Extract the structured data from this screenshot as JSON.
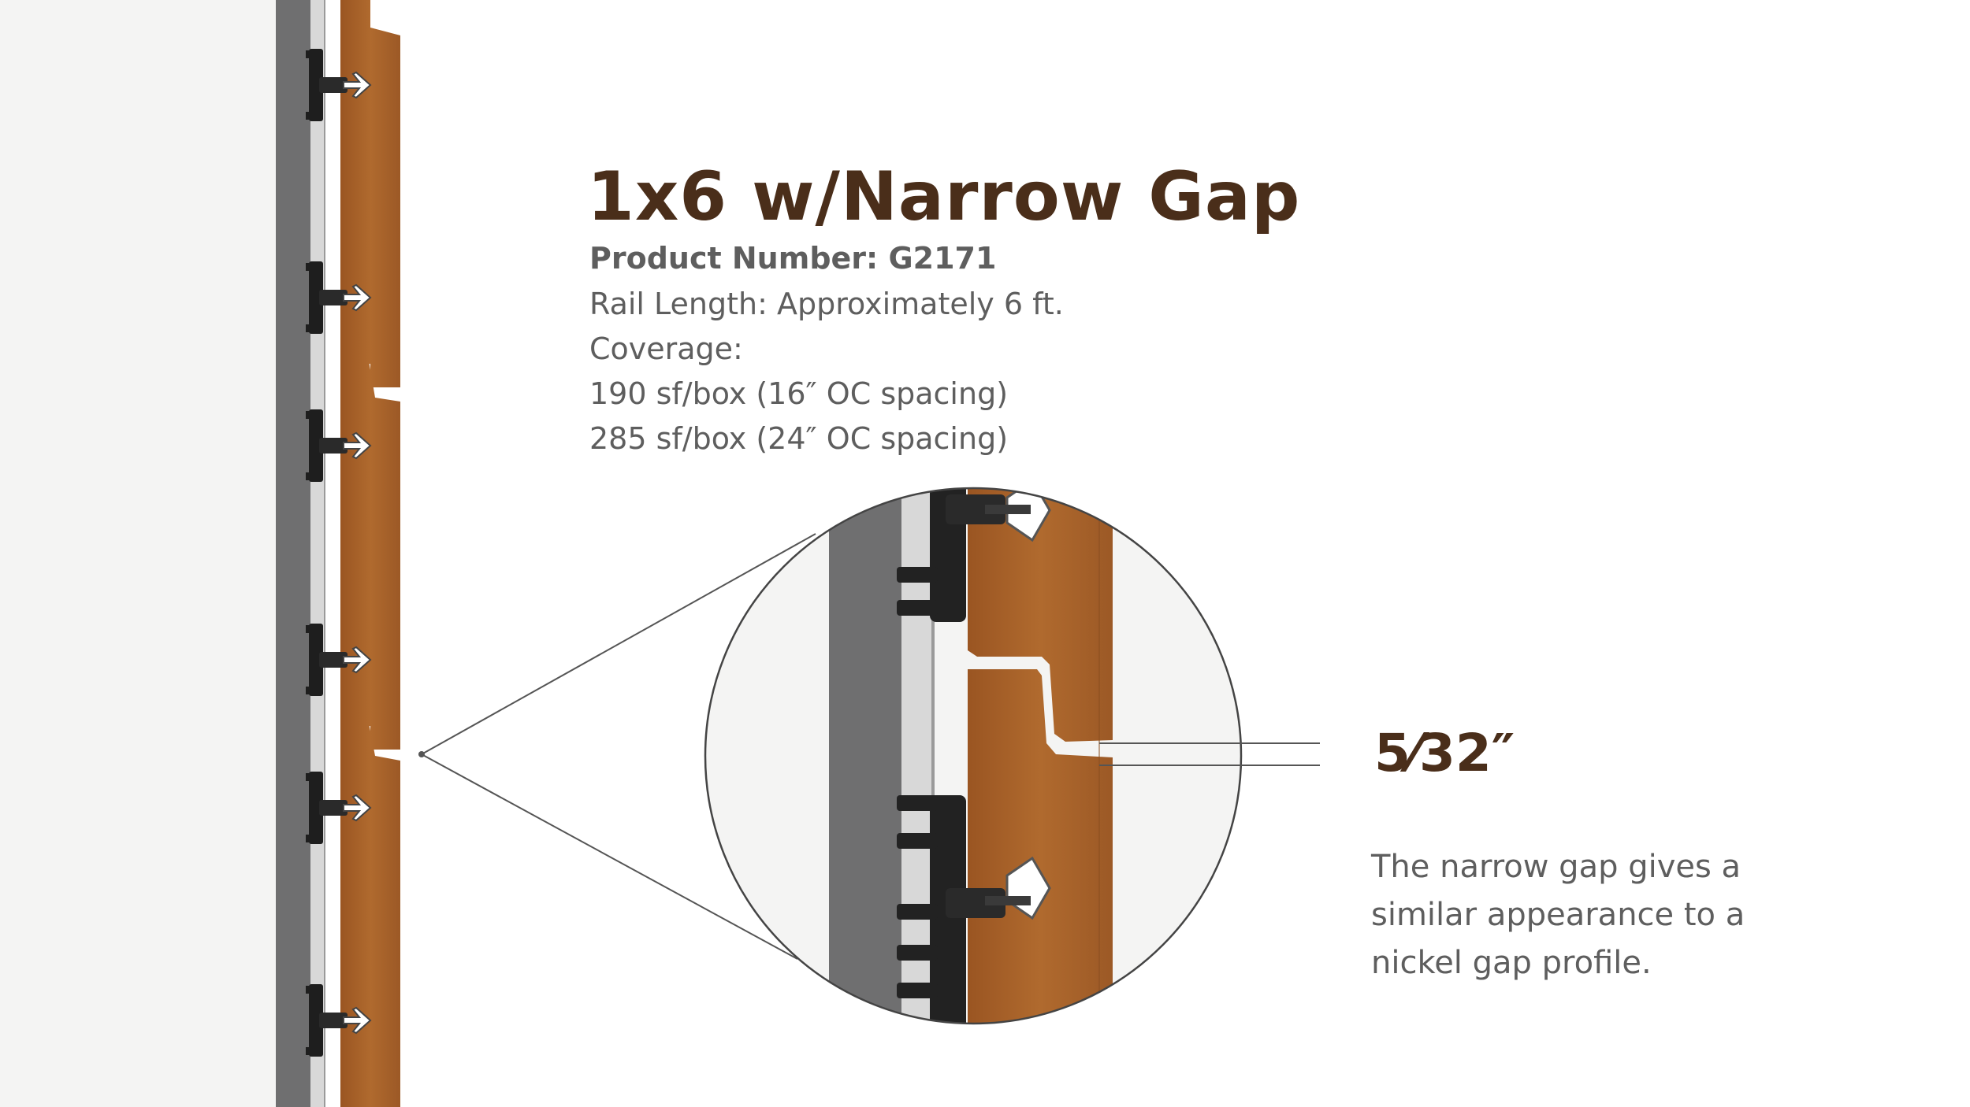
{
  "title": "1x6  w/Narrow Gap",
  "product_number": "Product Number: G2171",
  "rail_length": "Rail Length: Approximately 6 ft.",
  "coverage_label": "Coverage:",
  "coverage": [
    "190 sf/box (16″ OC spacing)",
    "285 sf/box (24″ OC spacing)"
  ],
  "gap_dimension": "5⁄32″",
  "description": [
    "The narrow gap gives a",
    "similar appearance to a",
    "nickel gap profile."
  ],
  "colors": {
    "title_brown": "#4a2e1a",
    "body_gray": "#5e5e5e",
    "wood": "#a8622a",
    "wood_dark": "#8a4f20",
    "rail_gray": "#6f6f70",
    "clip_black": "#1e1e1e"
  },
  "icons": [
    "arrow-right-icon"
  ]
}
